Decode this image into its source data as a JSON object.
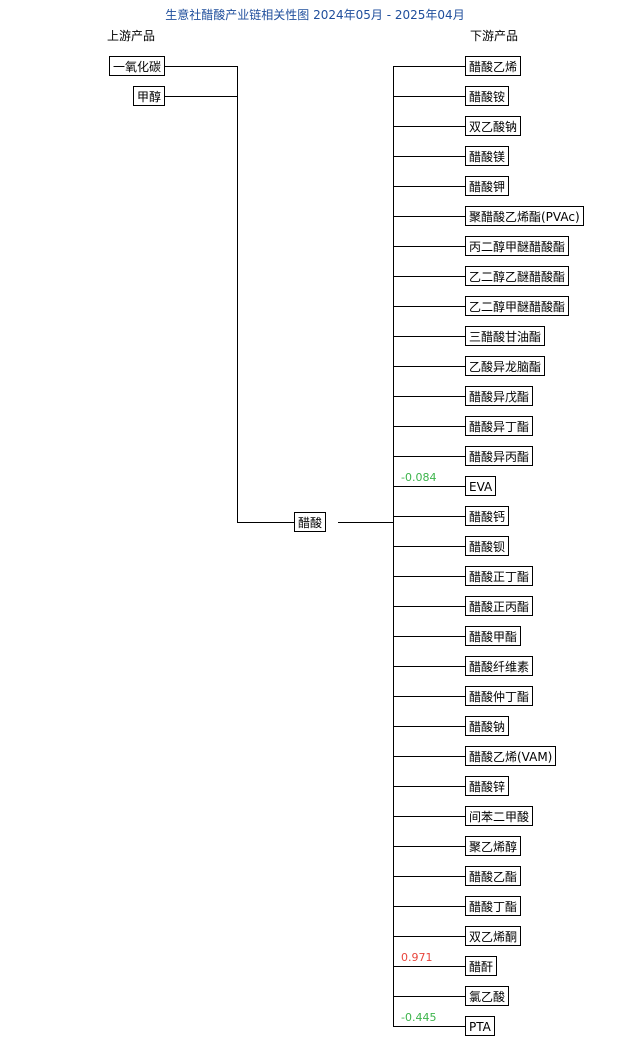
{
  "title": "生意社醋酸产业链相关性图   2024年05月 - 2025年04月",
  "upstream_header": "上游产品",
  "downstream_header": "下游产品",
  "center": "醋酸",
  "upstream": [
    "一氧化碳",
    "甲醇"
  ],
  "downstream": [
    {
      "name": "醋酸乙烯"
    },
    {
      "name": "醋酸铵"
    },
    {
      "name": "双乙酸钠"
    },
    {
      "name": "醋酸镁"
    },
    {
      "name": "醋酸钾"
    },
    {
      "name": "聚醋酸乙烯酯(PVAc)"
    },
    {
      "name": "丙二醇甲醚醋酸酯"
    },
    {
      "name": "乙二醇乙醚醋酸酯"
    },
    {
      "name": "乙二醇甲醚醋酸酯"
    },
    {
      "name": "三醋酸甘油酯"
    },
    {
      "name": "乙酸异龙脑酯"
    },
    {
      "name": "醋酸异戊酯"
    },
    {
      "name": "醋酸异丁酯"
    },
    {
      "name": "醋酸异丙酯"
    },
    {
      "name": "EVA",
      "corr": "-0.084"
    },
    {
      "name": "醋酸钙"
    },
    {
      "name": "醋酸钡"
    },
    {
      "name": "醋酸正丁酯"
    },
    {
      "name": "醋酸正丙酯"
    },
    {
      "name": "醋酸甲酯"
    },
    {
      "name": "醋酸纤维素"
    },
    {
      "name": "醋酸仲丁酯"
    },
    {
      "name": "醋酸钠"
    },
    {
      "name": "醋酸乙烯(VAM)"
    },
    {
      "name": "醋酸锌"
    },
    {
      "name": "间苯二甲酸"
    },
    {
      "name": "聚乙烯醇"
    },
    {
      "name": "醋酸乙酯"
    },
    {
      "name": "醋酸丁酯"
    },
    {
      "name": "双乙烯酮"
    },
    {
      "name": "醋酐",
      "corr": "0.971"
    },
    {
      "name": "氯乙酸"
    },
    {
      "name": "PTA",
      "corr": "-0.445"
    }
  ],
  "colors": {
    "title": "#1f4e9c",
    "positive": "#e8453c",
    "negative": "#3cb44b"
  }
}
